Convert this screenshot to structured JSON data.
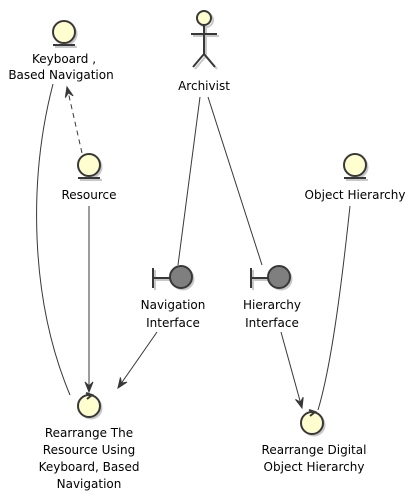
{
  "diagram": {
    "nodes": {
      "keyboard_entity": {
        "kind": "entity",
        "lines": [
          "Keyboard ,",
          "Based Navigation"
        ]
      },
      "resource_entity": {
        "kind": "entity",
        "lines": [
          "Resource"
        ]
      },
      "archivist_actor": {
        "kind": "actor",
        "lines": [
          "Archivist"
        ]
      },
      "object_hierarchy_entity": {
        "kind": "entity",
        "lines": [
          "Object Hierarchy"
        ]
      },
      "navigation_interface": {
        "kind": "boundary",
        "lines": [
          "Navigation",
          "Interface"
        ]
      },
      "hierarchy_interface": {
        "kind": "boundary",
        "lines": [
          "Hierarchy",
          "Interface"
        ]
      },
      "rearrange_resource_control": {
        "kind": "control",
        "lines": [
          "Rearrange The",
          "Resource Using",
          "Keyboard, Based",
          "Navigation"
        ]
      },
      "rearrange_digital_control": {
        "kind": "control",
        "lines": [
          "Rearrange Digital",
          "Object Hierarchy"
        ]
      }
    },
    "edges": [
      {
        "from": "resource_entity",
        "to": "keyboard_entity",
        "style": "dashed",
        "arrow": true
      },
      {
        "from": "keyboard_entity",
        "to": "rearrange_resource_control",
        "style": "solid",
        "arrow": false
      },
      {
        "from": "resource_entity",
        "to": "rearrange_resource_control",
        "style": "solid",
        "arrow": true
      },
      {
        "from": "archivist_actor",
        "to": "navigation_interface",
        "style": "solid",
        "arrow": false
      },
      {
        "from": "archivist_actor",
        "to": "hierarchy_interface",
        "style": "solid",
        "arrow": false
      },
      {
        "from": "navigation_interface",
        "to": "rearrange_resource_control",
        "style": "solid",
        "arrow": true
      },
      {
        "from": "hierarchy_interface",
        "to": "rearrange_digital_control",
        "style": "solid",
        "arrow": true
      },
      {
        "from": "object_hierarchy_entity",
        "to": "rearrange_digital_control",
        "style": "solid",
        "arrow": false
      }
    ]
  },
  "colors": {
    "stroke": "#383838",
    "node_fill": "#fefece",
    "boundary_head_fill": "#7f7f7f",
    "shadow": "#c8c8c8"
  }
}
